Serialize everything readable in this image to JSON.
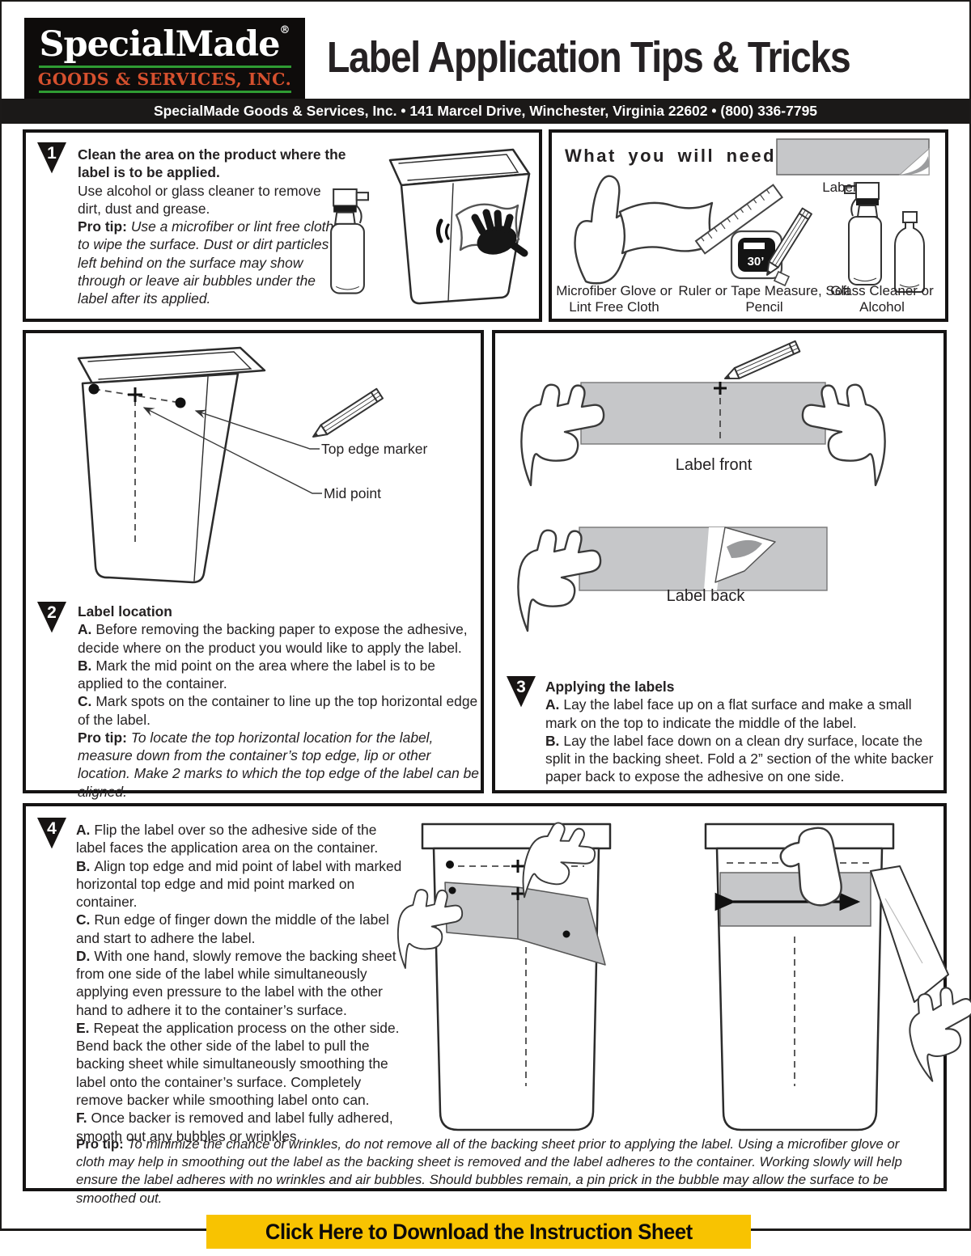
{
  "header": {
    "logo_line1": "SpecialMade",
    "logo_reg": "®",
    "logo_line2": "GOODS & SERVICES, INC.",
    "title": "Label Application Tips & Tricks",
    "contact_bar": "SpecialMade Goods & Services, Inc.  •  141 Marcel Drive, Winchester, Virginia 22602  •  (800) 336-7795"
  },
  "step1": {
    "number": "1",
    "heading": "Clean the area on the product where the label is to be applied.",
    "body": "Use alcohol or glass cleaner to remove dirt, dust and grease.",
    "protip_label": "Pro tip:",
    "protip": "Use a microfiber or lint free cloth to wipe the surface. Dust or dirt particles left behind on the surface may show through or leave air bubbles under the label after its applied."
  },
  "supplies": {
    "title": "What you will need:",
    "label_caption": "Label",
    "glove_caption": "Microfiber Glove or Lint Free Cloth",
    "ruler_caption": "Ruler or Tape Measure, Soft Pencil",
    "cleaner_caption": "Glass Cleaner or Alcohol",
    "tape_text": "30’"
  },
  "step2": {
    "number": "2",
    "heading": "Label location",
    "items": [
      {
        "prefix": "A.",
        "text": "Before removing the backing paper to expose the adhesive, decide where on the product you would like to apply the label."
      },
      {
        "prefix": "B.",
        "text": "Mark the mid point on the area where the label is to be applied to the container."
      },
      {
        "prefix": "C.",
        "text": "Mark spots on the container to line up the top horizontal edge of the label."
      }
    ],
    "protip_label": "Pro tip:",
    "protip": "To locate the top horizontal location for the label, measure down from the container’s top edge, lip or other location. Make 2 marks to which the top edge of the label can be aligned.",
    "callout_top_edge": "Top edge marker",
    "callout_mid_point": "Mid point"
  },
  "step3": {
    "number": "3",
    "heading": "Applying the labels",
    "items": [
      {
        "prefix": "A.",
        "text": "Lay the label face up on a flat surface and make a small mark on the top to indicate the middle of the label."
      },
      {
        "prefix": "B.",
        "text": "Lay the label face down on a clean dry surface, locate the split in the backing sheet. Fold a 2” section of the white backer paper back to expose the adhesive on one side."
      }
    ],
    "caption_front": "Label front",
    "caption_back": "Label back"
  },
  "step4": {
    "number": "4",
    "items": [
      {
        "prefix": "A.",
        "text": "Flip the label over so the adhesive side of the label faces the application area on the container."
      },
      {
        "prefix": "B.",
        "text": "Align top edge and mid point of label with marked horizontal top edge and mid point marked on container."
      },
      {
        "prefix": "C.",
        "text": "Run edge of finger down the middle of the label and start to adhere the label."
      },
      {
        "prefix": "D.",
        "text": "With one hand, slowly remove the backing sheet from one side of the label while simultaneously applying even pressure to the label with the other hand to adhere it to the container’s surface."
      },
      {
        "prefix": "E.",
        "text": "Repeat the application process on the other side. Bend back the other side of the label to pull the backing sheet while simultaneously smoothing the label onto the container’s surface. Completely remove backer while smoothing label onto can."
      },
      {
        "prefix": "F.",
        "text": "Once backer is removed and label fully adhered, smooth out any bubbles or wrinkles."
      }
    ],
    "protip_label": "Pro tip:",
    "protip": "To minimize the chance of wrinkles, do not remove all of the backing sheet prior to applying the label. Using a microfiber glove or cloth may help in smoothing out the label as the backing sheet is removed and the label adheres to the container. Working slowly will help ensure the label adheres with no wrinkles and air bubbles. Should bubbles remain, a pin prick in the bubble may allow the surface to be smoothed out."
  },
  "footer": {
    "download_button": "Click Here to Download the Instruction Sheet"
  },
  "colors": {
    "accent_yellow": "#F8C301",
    "logo_red": "#D5502E",
    "logo_green": "#2F9B33",
    "label_gray": "#C6C7C9",
    "bar_black": "#1B1918"
  }
}
